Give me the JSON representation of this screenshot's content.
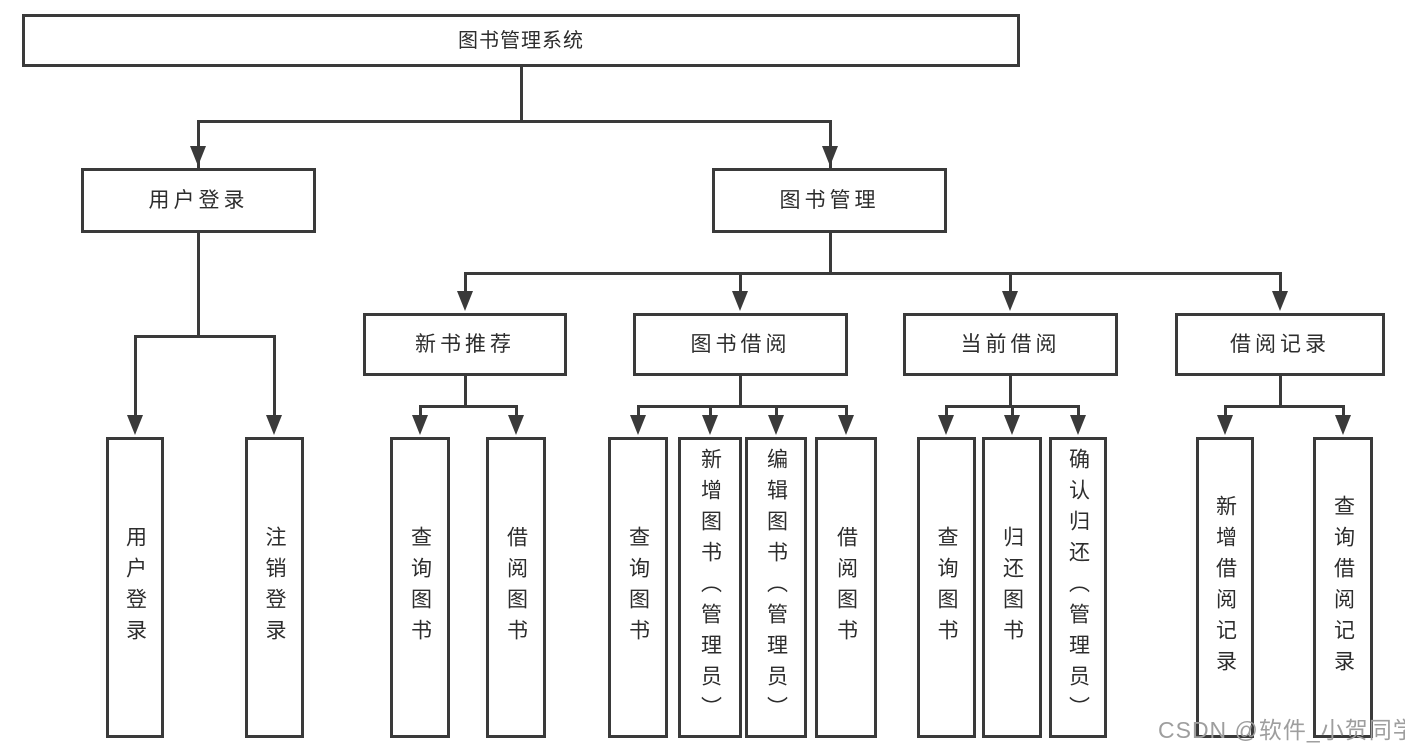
{
  "tree": {
    "label": "图书管理系统",
    "children": [
      {
        "label": "用户登录",
        "children": [
          {
            "label": "用户登录"
          },
          {
            "label": "注销登录"
          }
        ]
      },
      {
        "label": "图书管理",
        "children": [
          {
            "label": "新书推荐",
            "children": [
              {
                "label": "查询图书"
              },
              {
                "label": "借阅图书"
              }
            ]
          },
          {
            "label": "图书借阅",
            "children": [
              {
                "label": "查询图书"
              },
              {
                "label": "新增图书（管理员）"
              },
              {
                "label": "编辑图书（管理员）"
              },
              {
                "label": "借阅图书"
              }
            ]
          },
          {
            "label": "当前借阅",
            "children": [
              {
                "label": "查询图书"
              },
              {
                "label": "归还图书"
              },
              {
                "label": "确认归还（管理员）"
              }
            ]
          },
          {
            "label": "借阅记录",
            "children": [
              {
                "label": "新增借阅记录"
              },
              {
                "label": "查询借阅记录"
              }
            ]
          }
        ]
      }
    ]
  },
  "watermark": "CSDN @软件_小贺同学",
  "colors": {
    "line": "#3a3a3a",
    "box_border": "#3a3a3a",
    "text": "#2d2d2d",
    "watermark": "#9e9e9e",
    "background": "#ffffff"
  }
}
